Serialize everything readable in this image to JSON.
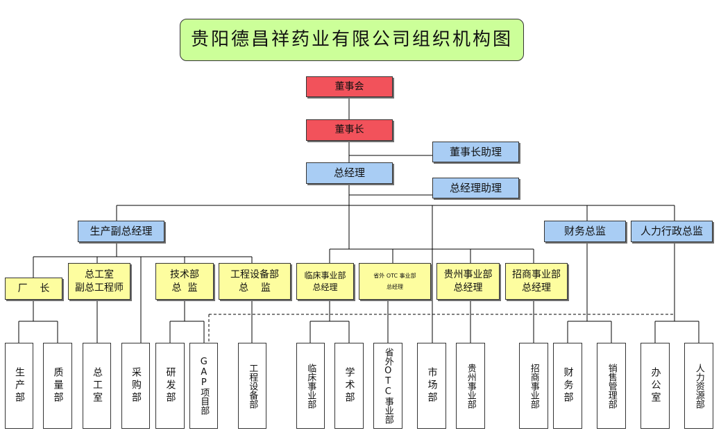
{
  "title": "贵阳德昌祥药业有限公司组织机构图",
  "level1": {
    "board": "董事会",
    "chairman": "董事长",
    "chairman_assistant": "董事长助理",
    "gm": "总经理",
    "gm_assistant": "总经理助理"
  },
  "directors": {
    "production_vp": "生产副总经理",
    "finance_director": "财务总监",
    "hr_admin_director": "人力行政总监"
  },
  "managers": {
    "factory_director": "厂    长",
    "chief_engineer": "总工室\n副总工程师",
    "tech_director": "技术部\n总  监",
    "engineering_director": "工程设备部\n总    监",
    "clinical_gm": "临床事业部\n总经理",
    "otc_gm": "省外 OTC 事业部\n总经理",
    "guizhou_gm": "贵州事业部\n总经理",
    "investment_gm": "招商事业部\n总经理"
  },
  "departments": {
    "production": "生产部",
    "quality": "质量部",
    "chief_office": "总工室",
    "purchasing": "采购部",
    "rd": "研发部",
    "gap": "GAP项目部",
    "engineering": "工程设备部",
    "clinical": "临床事业部",
    "academic": "学术部",
    "otc": "省外OTC事业部",
    "market": "市场部",
    "guizhou": "贵州事业部",
    "investment": "招商事业部",
    "finance": "财务部",
    "sales_mgmt": "销售管理部",
    "office": "办公室",
    "hr": "人力资源部"
  },
  "colors": {
    "title_fill": "#ccff99",
    "executive_fill": "#f2525b",
    "director_fill": "#a9cdf4",
    "manager_fill": "#fdfd9f",
    "department_fill": "#ffffff"
  }
}
